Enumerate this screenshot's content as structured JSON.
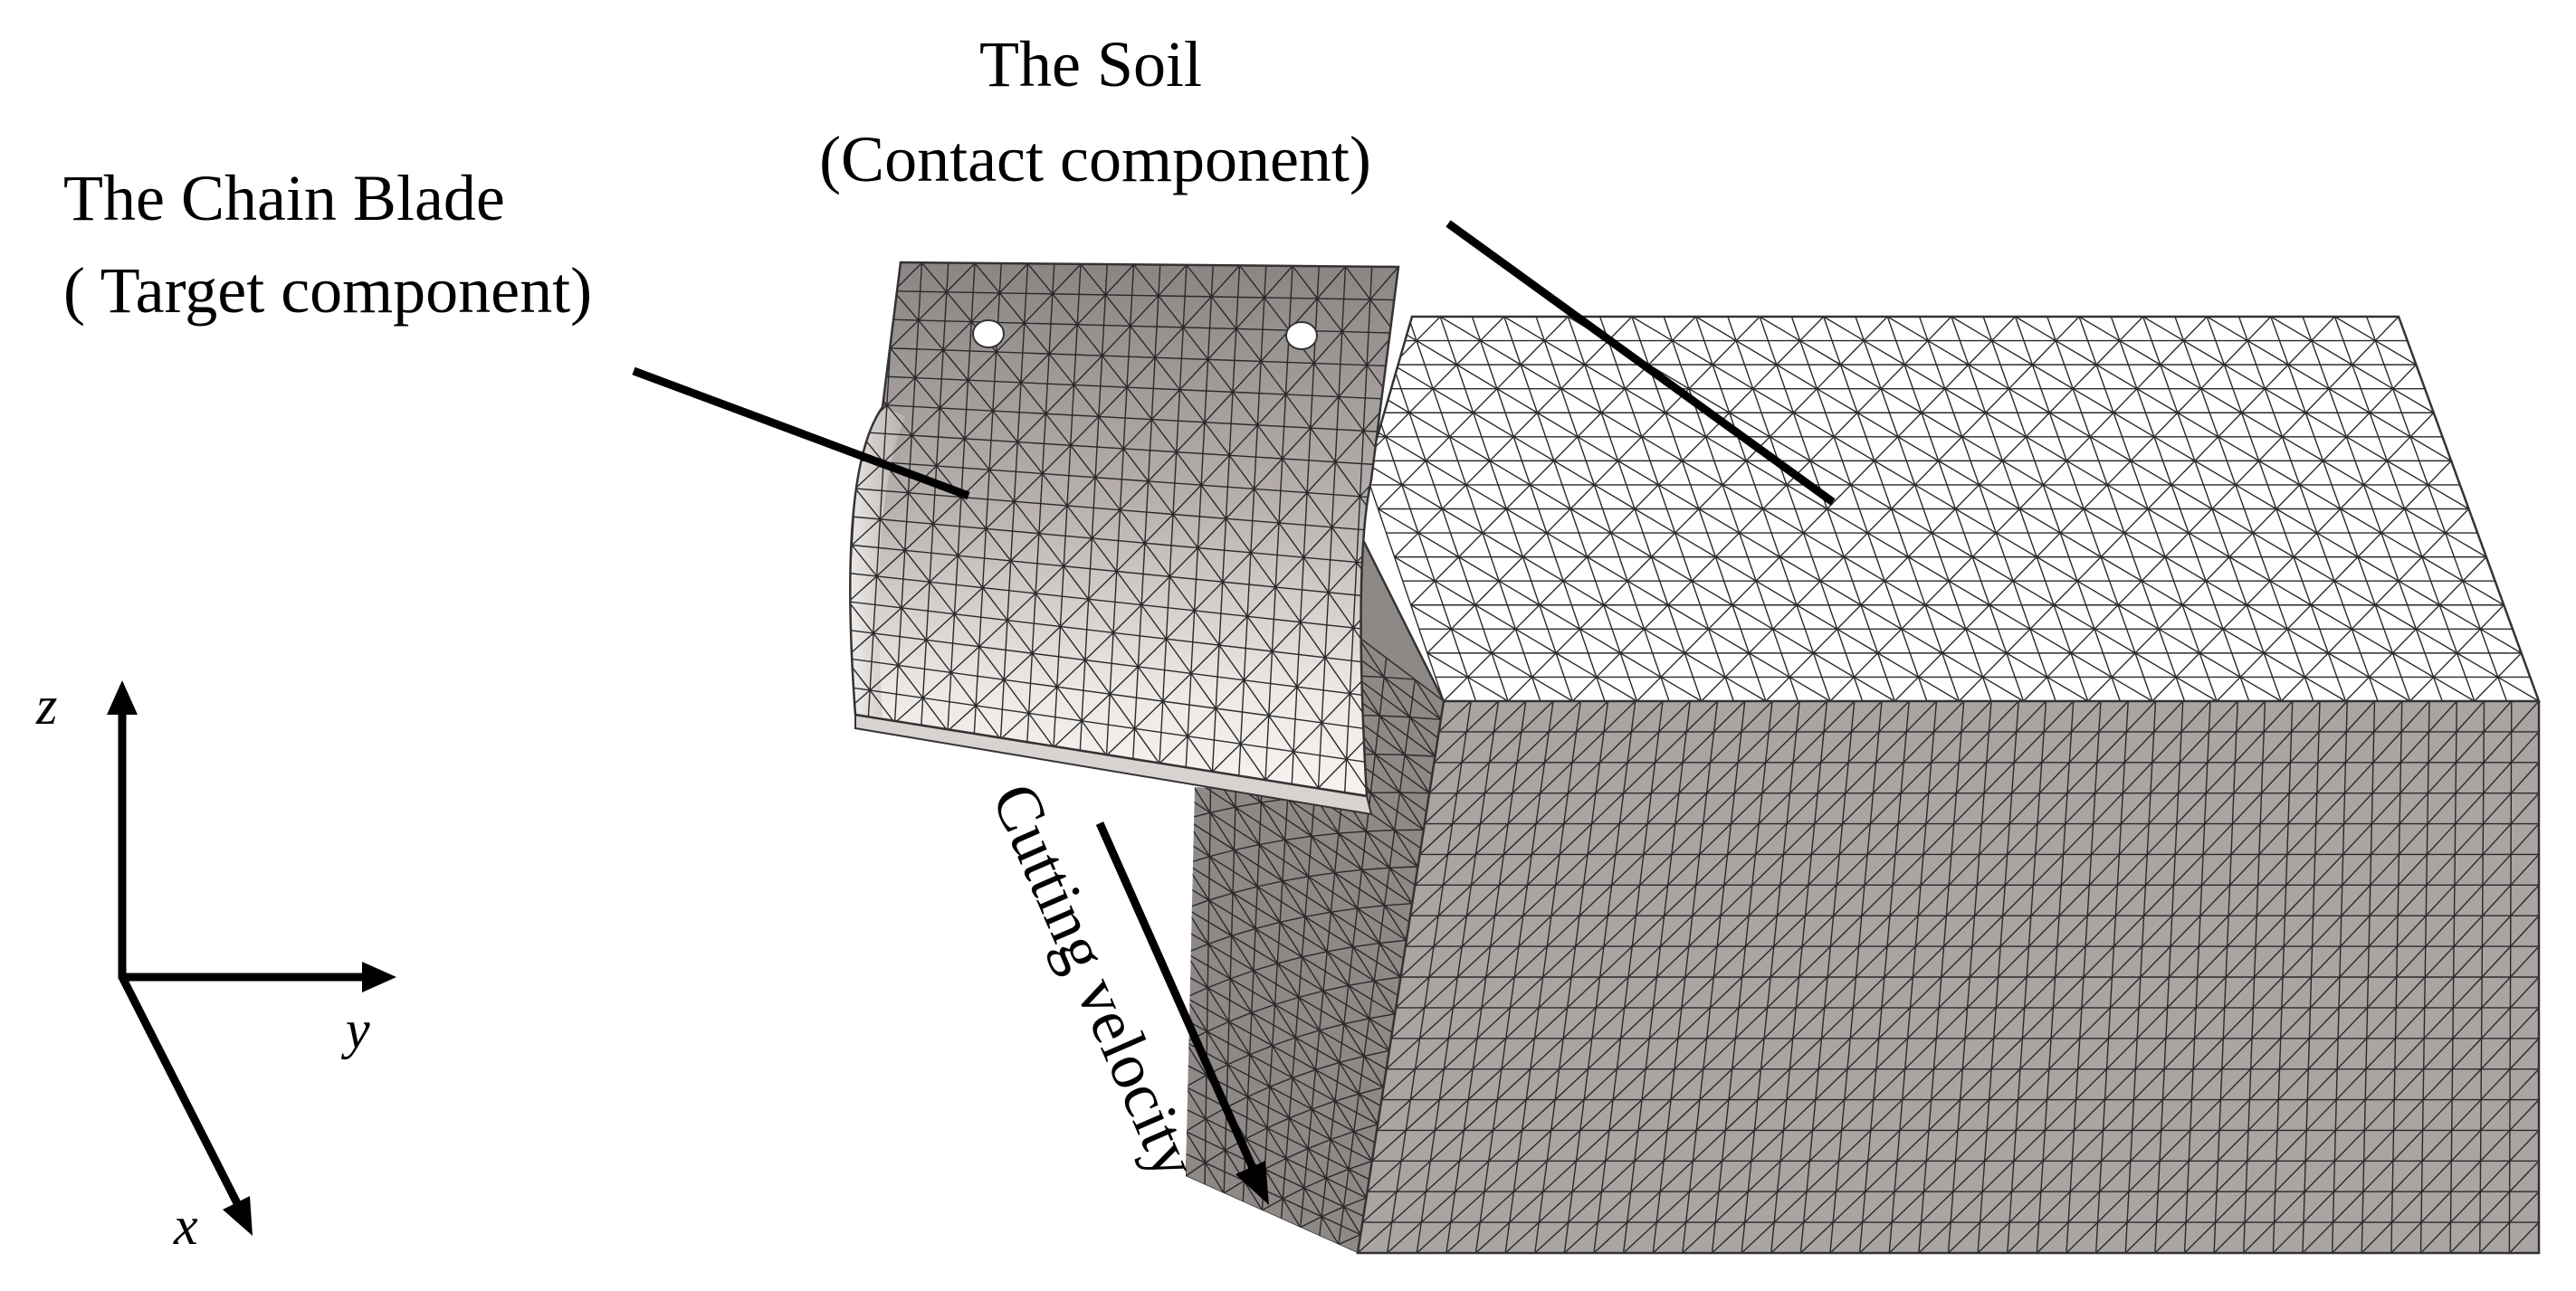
{
  "labels": {
    "soil_title": "The Soil",
    "soil_role": "(Contact component)",
    "blade_title": "The Chain Blade",
    "blade_role": "( Target component)",
    "velocity": "Cutting velocity"
  },
  "axes": {
    "z": "z",
    "y": "y",
    "x": "x"
  },
  "colors": {
    "ink": "#000000",
    "mesh_line": "#2a2a2a",
    "soil_top": "#ffffff",
    "soil_side": "#a9a3a2",
    "soil_left": "#8e8886",
    "blade_dark": "#8a8483",
    "blade_light": "#f4f1ef"
  }
}
